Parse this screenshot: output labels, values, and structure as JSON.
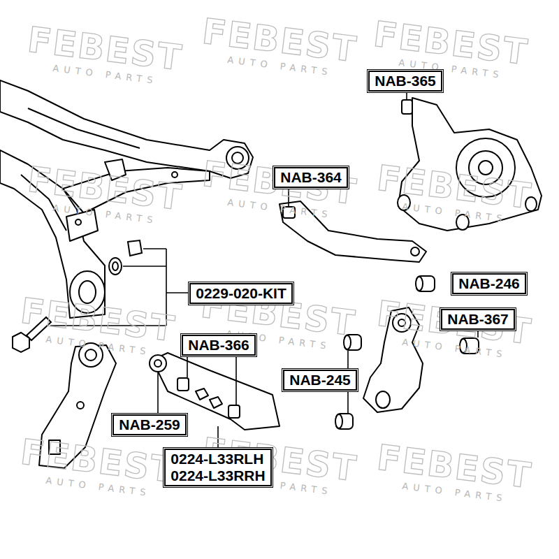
{
  "diagram": {
    "nodes": [
      {
        "text": [
          "NAB-365"
        ]
      },
      {
        "text": [
          "NAB-364"
        ]
      },
      {
        "text": [
          "NAB-246"
        ]
      },
      {
        "text": [
          "0229-020-KIT"
        ]
      },
      {
        "text": [
          "NAB-367"
        ]
      },
      {
        "text": [
          "NAB-366"
        ]
      },
      {
        "text": [
          "NAB-245"
        ]
      },
      {
        "text": [
          "NAB-259"
        ]
      },
      {
        "text": [
          "0224-L33RLH",
          "0224-L33RRH"
        ]
      }
    ],
    "labels": [
      "FEBEST",
      "AUTO PARTS",
      "FEBEST",
      "AUTO PARTS",
      "FEBEST",
      "AUTO PARTS",
      "FEBEST",
      "AUTO PARTS",
      "FEBEST",
      "AUTO PARTS",
      "FEBEST",
      "AUTO PARTS",
      "FEBEST",
      "AUTO PARTS",
      "FEBEST",
      "AUTO PARTS",
      "FEBEST",
      "AUTO PARTS",
      "FEBEST",
      "AUTO PARTS",
      "FEBEST",
      "AUTO PARTS",
      "FEBEST",
      "AUTO PARTS"
    ]
  }
}
